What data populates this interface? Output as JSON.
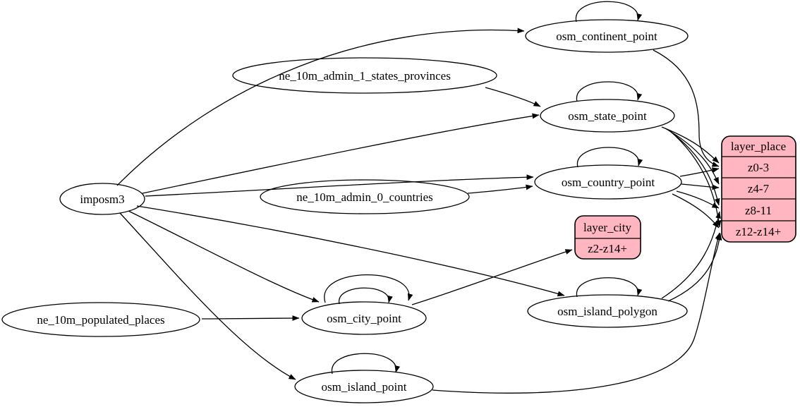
{
  "diagram_type": "directed-graph-etl",
  "colors": {
    "record_fill": "#ffb6c1",
    "node_fill": "#ffffff",
    "stroke": "#000000",
    "background": "#ffffff"
  },
  "nodes": {
    "imposm3": "imposm3",
    "ne_10m_admin_1_states_provinces": "ne_10m_admin_1_states_provinces",
    "ne_10m_admin_0_countries": "ne_10m_admin_0_countries",
    "ne_10m_populated_places": "ne_10m_populated_places",
    "osm_continent_point": "osm_continent_point",
    "osm_state_point": "osm_state_point",
    "osm_country_point": "osm_country_point",
    "osm_city_point": "osm_city_point",
    "osm_island_polygon": "osm_island_polygon",
    "osm_island_point": "osm_island_point"
  },
  "records": {
    "layer_city": {
      "title": "layer_city",
      "rows": [
        "z2-z14+"
      ]
    },
    "layer_place": {
      "title": "layer_place",
      "rows": [
        "z0-3",
        "z4-7",
        "z8-11",
        "z12-z14+"
      ]
    }
  },
  "edges": [
    {
      "from": "imposm3",
      "to": "osm_continent_point"
    },
    {
      "from": "imposm3",
      "to": "osm_state_point"
    },
    {
      "from": "imposm3",
      "to": "osm_country_point"
    },
    {
      "from": "imposm3",
      "to": "osm_city_point"
    },
    {
      "from": "imposm3",
      "to": "osm_island_polygon"
    },
    {
      "from": "imposm3",
      "to": "osm_island_point"
    },
    {
      "from": "ne_10m_admin_1_states_provinces",
      "to": "osm_state_point"
    },
    {
      "from": "ne_10m_admin_0_countries",
      "to": "osm_country_point"
    },
    {
      "from": "ne_10m_populated_places",
      "to": "osm_city_point"
    },
    {
      "from": "osm_continent_point",
      "to": "osm_continent_point"
    },
    {
      "from": "osm_state_point",
      "to": "osm_state_point"
    },
    {
      "from": "osm_country_point",
      "to": "osm_country_point"
    },
    {
      "from": "osm_city_point",
      "to": "osm_city_point"
    },
    {
      "from": "osm_city_point",
      "to": "osm_city_point"
    },
    {
      "from": "osm_island_polygon",
      "to": "osm_island_polygon"
    },
    {
      "from": "osm_island_point",
      "to": "osm_island_point"
    },
    {
      "from": "osm_city_point",
      "to": "layer_city:z2-z14+"
    },
    {
      "from": "osm_continent_point",
      "to": "layer_place:z0-3"
    },
    {
      "from": "osm_state_point",
      "to": "layer_place:z0-3"
    },
    {
      "from": "osm_state_point",
      "to": "layer_place:z4-7"
    },
    {
      "from": "osm_state_point",
      "to": "layer_place:z8-11"
    },
    {
      "from": "osm_state_point",
      "to": "layer_place:z12-z14+"
    },
    {
      "from": "osm_country_point",
      "to": "layer_place:z0-3"
    },
    {
      "from": "osm_country_point",
      "to": "layer_place:z4-7"
    },
    {
      "from": "osm_country_point",
      "to": "layer_place:z8-11"
    },
    {
      "from": "osm_country_point",
      "to": "layer_place:z12-z14+"
    },
    {
      "from": "osm_island_polygon",
      "to": "layer_place:z8-11"
    },
    {
      "from": "osm_island_polygon",
      "to": "layer_place:z12-z14+"
    },
    {
      "from": "osm_island_point",
      "to": "layer_place:z12-z14+"
    }
  ]
}
